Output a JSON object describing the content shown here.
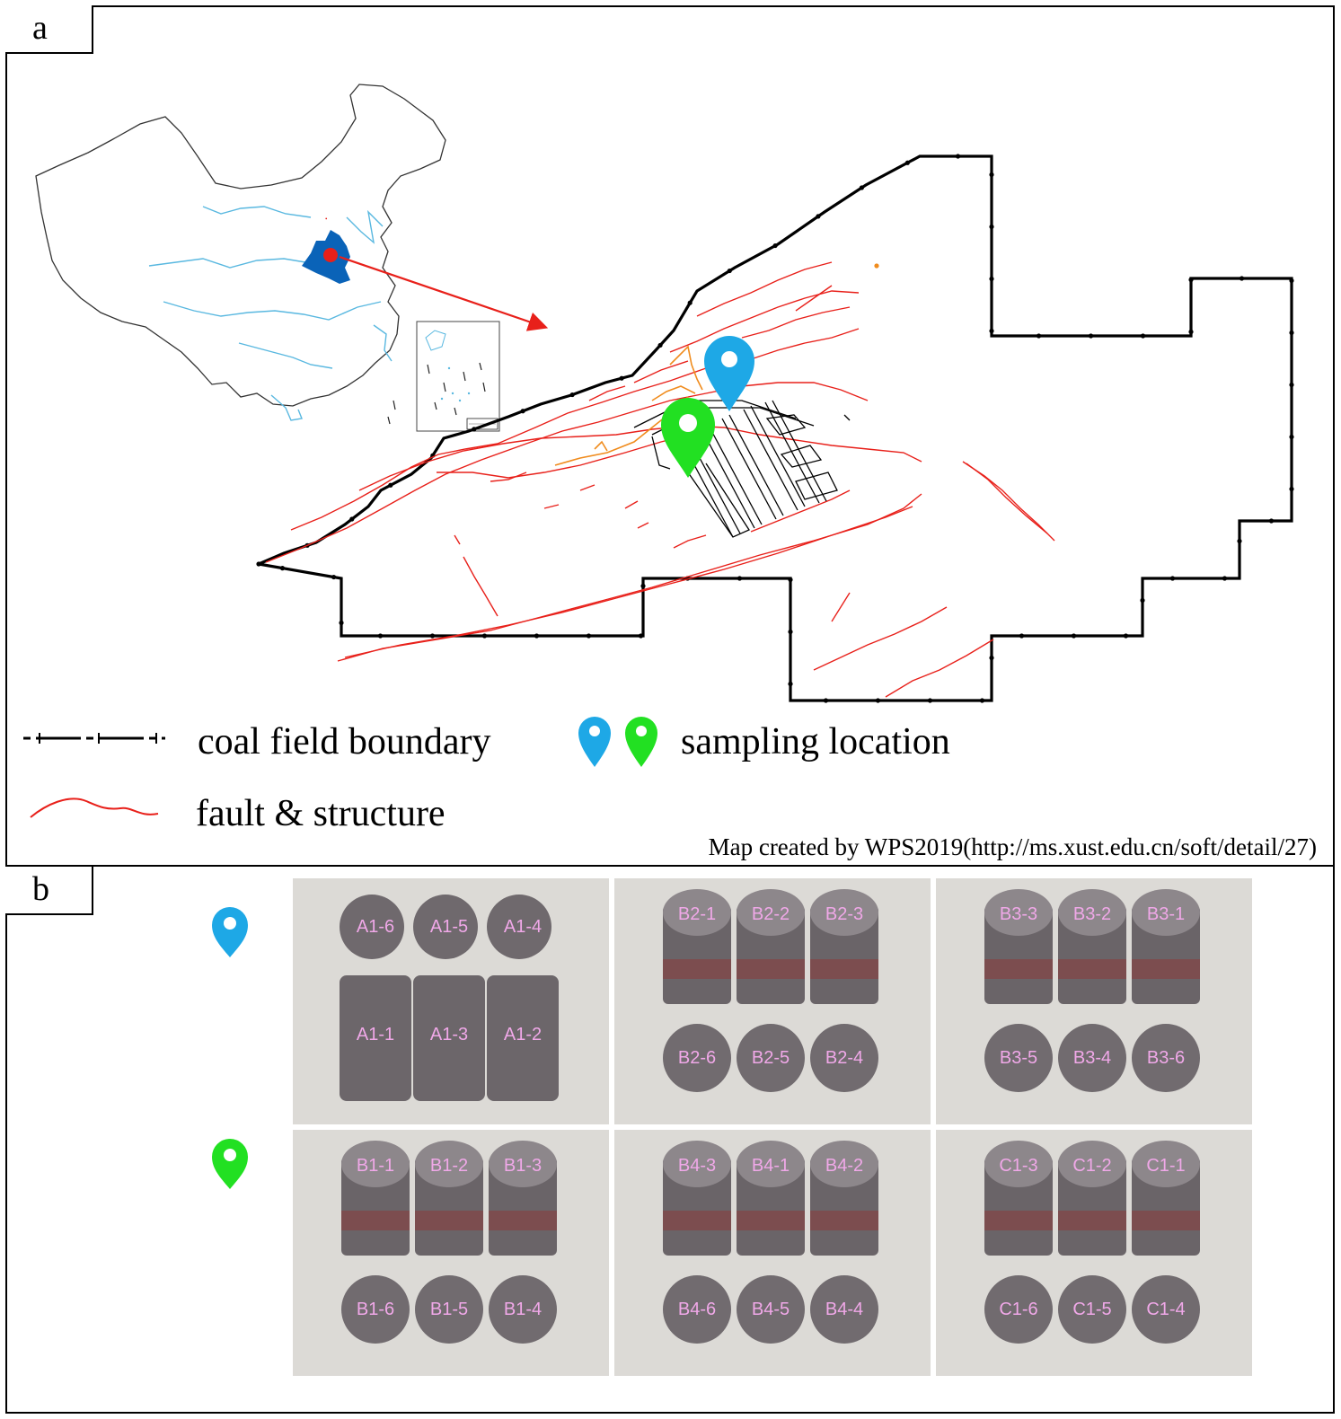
{
  "panels": {
    "a": {
      "label": "a",
      "legend": {
        "boundary_label": "coal field boundary",
        "fault_label": "fault & structure",
        "sampling_label": "sampling location"
      },
      "credit": "Map created by WPS2019(http://ms.xust.edu.cn/soft/detail/27)",
      "colors": {
        "boundary": "#000000",
        "fault": "#e8201a",
        "china_outline": "#333333",
        "river": "#59b8e0",
        "province": "#0a63b8",
        "location_dot": "#e8201a",
        "arrow": "#e8201a",
        "mine_structure": "#f08c1e",
        "pin_blue": "#1ea8e6",
        "pin_green": "#22e022"
      }
    },
    "b": {
      "label": "b",
      "rows": [
        {
          "pin": "blue-location-pin-icon",
          "photos": [
            {
              "top_labels": [
                "A1-6",
                "A1-5",
                "A1-4"
              ],
              "bottom_labels": [
                "A1-1",
                "A1-3",
                "A1-2"
              ]
            },
            {
              "top_labels": [
                "B2-1",
                "B2-2",
                "B2-3"
              ],
              "bottom_labels": [
                "B2-6",
                "B2-5",
                "B2-4"
              ]
            },
            {
              "top_labels": [
                "B3-3",
                "B3-2",
                "B3-1"
              ],
              "bottom_labels": [
                "B3-5",
                "B3-4",
                "B3-6"
              ]
            }
          ]
        },
        {
          "pin": "green-location-pin-icon",
          "photos": [
            {
              "top_labels": [
                "B1-1",
                "B1-2",
                "B1-3"
              ],
              "bottom_labels": [
                "B1-6",
                "B1-5",
                "B1-4"
              ]
            },
            {
              "top_labels": [
                "B4-3",
                "B4-1",
                "B4-2"
              ],
              "bottom_labels": [
                "B4-6",
                "B4-5",
                "B4-4"
              ]
            },
            {
              "top_labels": [
                "C1-3",
                "C1-2",
                "C1-1"
              ],
              "bottom_labels": [
                "C1-6",
                "C1-5",
                "C1-4"
              ]
            }
          ]
        }
      ]
    }
  }
}
